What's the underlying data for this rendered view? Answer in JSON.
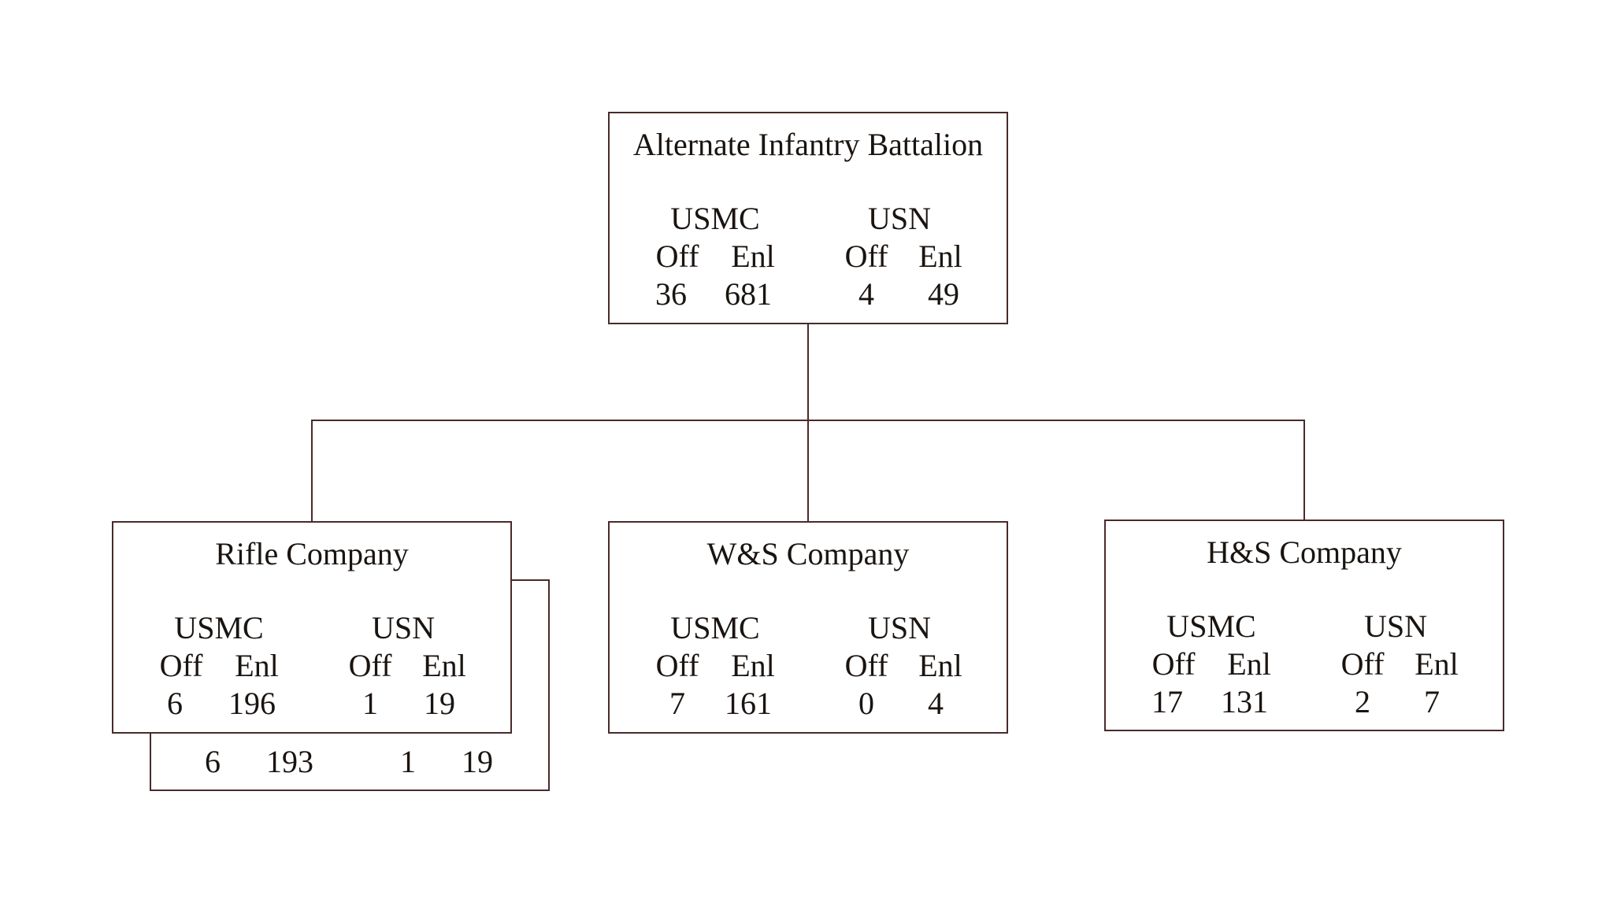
{
  "battalion": {
    "title": "Alternate Infantry Battalion",
    "usmc_label": "USMC",
    "usn_label": "USN",
    "off_label": "Off",
    "enl_label": "Enl",
    "usmc_off": "36",
    "usmc_enl": "681",
    "usn_off": "4",
    "usn_enl": "49"
  },
  "rifle": {
    "title": "Rifle Company",
    "usmc_label": "USMC",
    "usn_label": "USN",
    "off_label": "Off",
    "enl_label": "Enl",
    "usmc_off": "6",
    "usmc_enl": "196",
    "usn_off": "1",
    "usn_enl": "19"
  },
  "rifle_second": {
    "usmc_off": "6",
    "usmc_enl": "193",
    "usn_off": "1",
    "usn_enl": "19"
  },
  "ws": {
    "title": "W&S Company",
    "usmc_label": "USMC",
    "usn_label": "USN",
    "off_label": "Off",
    "enl_label": "Enl",
    "usmc_off": "7",
    "usmc_enl": "161",
    "usn_off": "0",
    "usn_enl": "4"
  },
  "hs": {
    "title": "H&S Company",
    "usmc_label": "USMC",
    "usn_label": "USN",
    "off_label": "Off",
    "enl_label": "Enl",
    "usmc_off": "17",
    "usmc_enl": "131",
    "usn_off": "2",
    "usn_enl": "7"
  }
}
